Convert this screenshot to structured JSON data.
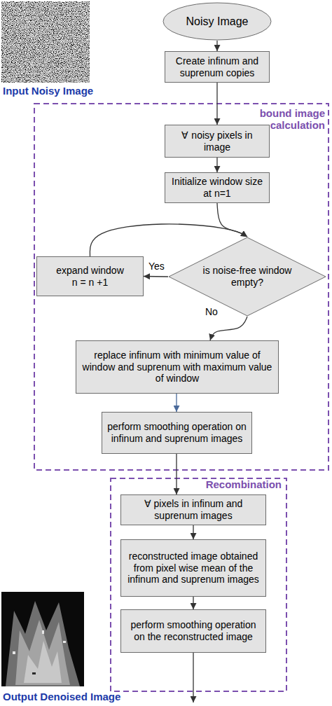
{
  "diagram": {
    "nodes": [
      {
        "text": [
          "Noisy Image"
        ]
      },
      {
        "text": [
          "Create infinum and suprenum copies"
        ]
      },
      {
        "text": [
          "bound image calculation"
        ]
      },
      {
        "text": [
          "∀ noisy pixels in image"
        ],
        "in": 2
      },
      {
        "text": [
          "Initialize window size at n=1"
        ],
        "in": 2
      },
      {
        "text": [
          "is noise-free window empty?"
        ],
        "in": 2
      },
      {
        "text": [
          "expand window n = n +1"
        ],
        "in": 2
      },
      {
        "text": [
          "replace infinum with minimum value of window and suprenum with maximum value of window"
        ],
        "in": 2
      },
      {
        "text": [
          "perform smoothing operation on infinum and suprenum images"
        ],
        "in": 2
      },
      {
        "text": [
          "Recombination"
        ]
      },
      {
        "text": [
          "∀ pixels in infinum and suprenum images"
        ],
        "in": 9
      },
      {
        "text": [
          "reconstructed image obtained from pixel wise mean of the infinum and suprenum images"
        ],
        "in": 9
      },
      {
        "text": [
          "perform smoothing operation on the reconstructed image"
        ],
        "in": 9
      }
    ],
    "edges": [
      {
        "from": 0,
        "to": 1,
        "arrow": "to"
      },
      {
        "from": 1,
        "to": 3,
        "arrow": "to"
      },
      {
        "from": 3,
        "to": 4,
        "arrow": "to"
      },
      {
        "from": 4,
        "to": 5,
        "arrow": "to"
      },
      {
        "from": 5,
        "to": 6,
        "label": "Yes",
        "arrow": "to"
      },
      {
        "from": 6,
        "to": 5,
        "arrow": "to"
      },
      {
        "from": 5,
        "to": 7,
        "label": "No",
        "arrow": "to"
      },
      {
        "from": 7,
        "to": 8,
        "arrow": "to"
      },
      {
        "from": 8,
        "to": 10,
        "arrow": "to"
      },
      {
        "from": 10,
        "to": 11,
        "arrow": "to"
      },
      {
        "from": 11,
        "to": 12,
        "arrow": "to"
      }
    ],
    "labels": [
      "Input Noisy Image",
      "Output Denoised Image"
    ]
  }
}
